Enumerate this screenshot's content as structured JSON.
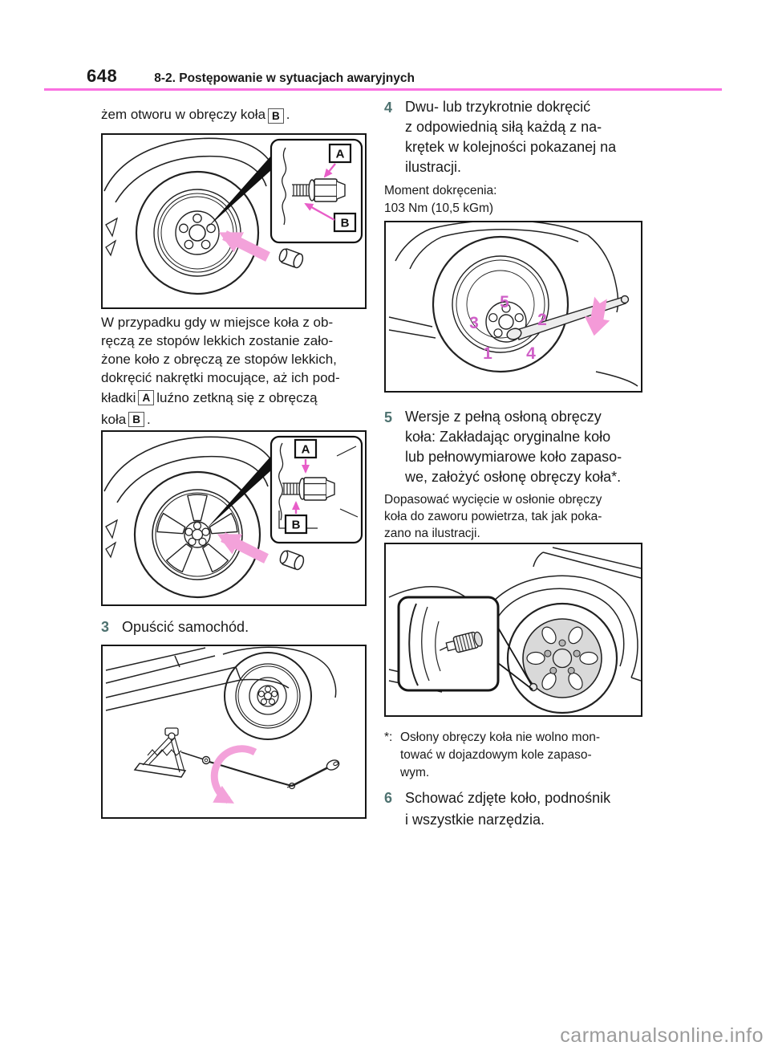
{
  "page": {
    "number": "648",
    "section_header": "8-2. Postępowanie w sytuacjach awaryjnych",
    "watermark": "carmanualsonline.info"
  },
  "colors": {
    "header_rule": "#fa70e1",
    "step_number": "#4e7270",
    "callout_arrow": "#e85ec8",
    "highlight_arrow": "#f3a2da",
    "sequence_number": "#cf5fc7"
  },
  "left_column": {
    "intro": {
      "text": "żem otworu w obręczy koła",
      "label": "B",
      "period": "."
    },
    "figure_steel_wheel": {
      "label_a": "A",
      "label_b": "B"
    },
    "paragraph": {
      "lines": [
        "W przypadku gdy w miejsce koła z ob-",
        "ręczą ze stopów lekkich zostanie zało-",
        "żone koło z obręczą ze stopów lekkich,",
        "dokręcić nakrętki mocujące, aż ich pod-"
      ],
      "line5": {
        "before": "kładki",
        "label": "A",
        "after": "luźno zetkną się z obręczą"
      },
      "line6": {
        "before": "koła",
        "label": "B",
        "after": "."
      }
    },
    "figure_alloy_wheel": {
      "label_a": "A",
      "label_b": "B"
    },
    "step3": {
      "number": "3",
      "text": "Opuścić samochód."
    }
  },
  "right_column": {
    "step4": {
      "number": "4",
      "lines": [
        "Dwu- lub trzykrotnie dokręcić",
        "z odpowiednią siłą każdą z na-",
        "krętek w kolejności pokazanej na",
        "ilustracji."
      ]
    },
    "torque": {
      "line1": "Moment dokręcenia:",
      "line2": "103 Nm (10,5 kGm)"
    },
    "figure_tightening_order": {
      "n1": "1",
      "n2": "2",
      "n3": "3",
      "n4": "4",
      "n5": "5"
    },
    "step5": {
      "number": "5",
      "lines": [
        "Wersje z pełną osłoną obręczy",
        "koła: Zakładając oryginalne koło",
        "lub pełnowymiarowe koło zapaso-",
        "we, założyć osłonę obręczy koła*."
      ]
    },
    "note_lines": [
      "Dopasować wycięcie w osłonie obręczy",
      "koła do zaworu powietrza, tak jak poka-",
      "zano na ilustracji."
    ],
    "footnote": {
      "marker": "*:",
      "lines": [
        "Osłony obręczy koła nie wolno mon-",
        "tować w dojazdowym kole zapaso-",
        "wym."
      ]
    },
    "step6": {
      "number": "6",
      "lines": [
        "Schować zdjęte koło, podnośnik",
        "i wszystkie narzędzia."
      ]
    }
  }
}
